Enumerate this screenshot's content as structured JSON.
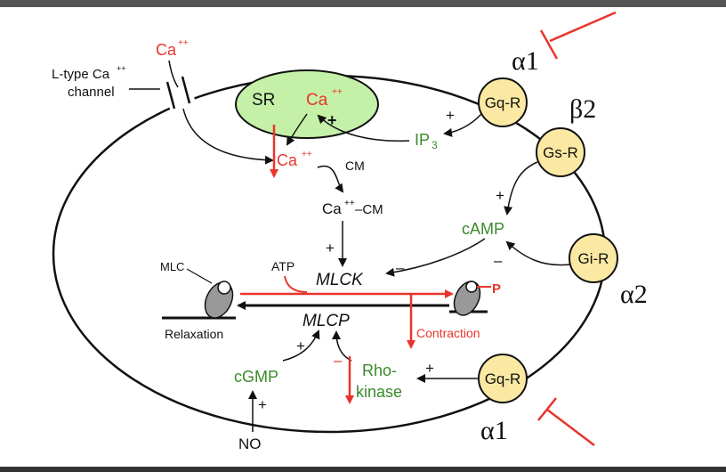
{
  "labels": {
    "ca_outside": "Ca",
    "ca_outside_sup": "++",
    "l_type_line1": "L-type Ca",
    "l_type_sup": "++",
    "l_type_line2": "channel",
    "sr": "SR",
    "ca_sr": "Ca",
    "ca_sr_sup": "++",
    "ca_cyto": "Ca",
    "ca_cyto_sup": "++",
    "cm": "CM",
    "ca_cm": "Ca",
    "ca_cm_sup": "++",
    "ca_cm_tail": "–CM",
    "ip3": "IP",
    "ip3_sub": "3",
    "camp": "cAMP",
    "mlck": "MLCK",
    "mlcp": "MLCP",
    "atp": "ATP",
    "mlc": "MLC",
    "relaxation": "Relaxation",
    "contraction": "Contraction",
    "phospho": "P",
    "cgmp": "cGMP",
    "no": "NO",
    "rho_line1": "Rho-",
    "rho_line2": "kinase",
    "plus": "+",
    "minus": "–"
  },
  "receptors": {
    "gq_top": "Gq-R",
    "gs": "Gs-R",
    "gi": "Gi-R",
    "gq_bottom": "Gq-R"
  },
  "receptor_types": {
    "alpha1_top": "α1",
    "beta2": "β2",
    "alpha2": "α2",
    "alpha1_bottom": "α1"
  },
  "colors": {
    "red": "#e8352b",
    "green": "#3a8a2a",
    "sr_fill": "#c4f0a8",
    "receptor_fill": "#fbe9a3",
    "black": "#111111",
    "top_bar": "#555555"
  }
}
